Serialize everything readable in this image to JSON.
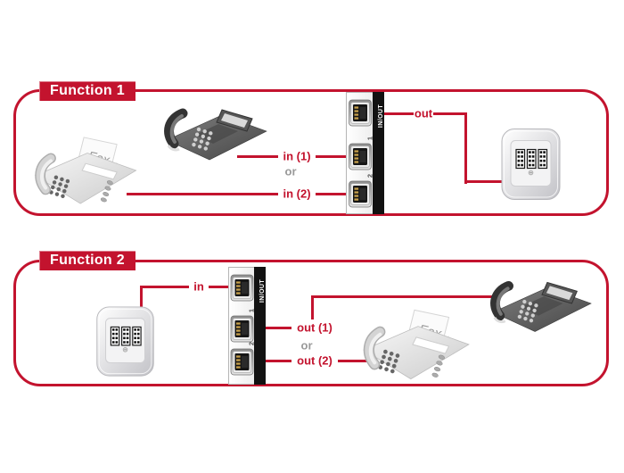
{
  "diagram": {
    "colors": {
      "accent_red": "#c3132e",
      "or_gray": "#9a9a9a",
      "splitter_strip_black": "#121212"
    },
    "panel1": {
      "title": "Function 1",
      "label_in1": "in (1)",
      "label_or": "or",
      "label_in2": "in (2)",
      "label_out": "out",
      "fax_paper": "Fax",
      "splitter": {
        "inout": "IN/OUT",
        "port1": "1",
        "port2": "2"
      }
    },
    "panel2": {
      "title": "Function 2",
      "label_in": "in",
      "label_out1": "out (1)",
      "label_or": "or",
      "label_out2": "out (2)",
      "fax_paper": "Fax",
      "splitter": {
        "inout": "IN/OUT",
        "port1": "1",
        "port2": "2"
      }
    }
  }
}
